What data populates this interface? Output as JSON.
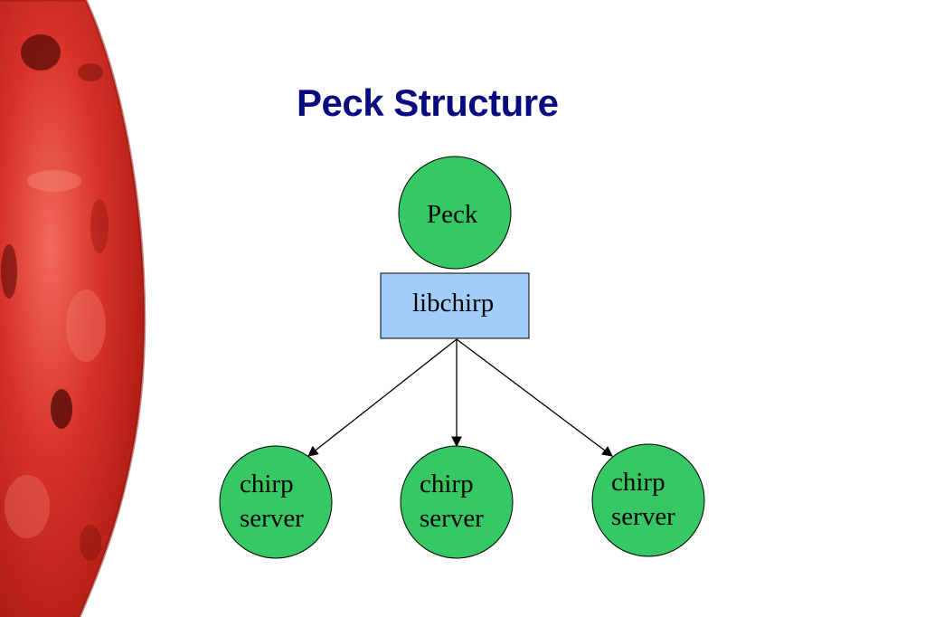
{
  "slide": {
    "title": "Peck Structure",
    "accent_color": "#0a0a80",
    "node_fill": "#35c864",
    "box_fill": "#a0cdfa"
  },
  "diagram": {
    "top_node": {
      "label": "Peck"
    },
    "library": {
      "label": "libchirp"
    },
    "servers": [
      {
        "line1": "chirp",
        "line2": "server"
      },
      {
        "line1": "chirp",
        "line2": "server"
      },
      {
        "line1": "chirp",
        "line2": "server"
      }
    ]
  }
}
